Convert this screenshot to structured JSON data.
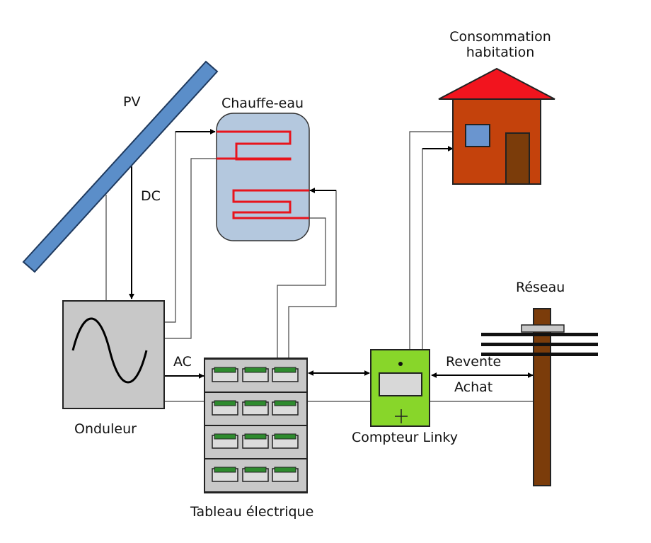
{
  "labels": {
    "pv": "PV",
    "dc": "DC",
    "ac": "AC",
    "chauffe_eau": "Chauffe-eau",
    "consommation_line1": "Consommation",
    "consommation_line2": "habitation",
    "onduleur": "Onduleur",
    "tableau": "Tableau électrique",
    "compteur": "Compteur Linky",
    "reseau": "Réseau",
    "revente": "Revente",
    "achat": "Achat"
  },
  "colors": {
    "panel": "#5b8ec9",
    "tank": "#b4c8de",
    "coil": "#e8141c",
    "roof": "#f2141e",
    "house": "#c4420c",
    "door": "#7b3c0a",
    "window": "#6a95cf",
    "inverter": "#c8c8c8",
    "breaker": "#2e8b2e",
    "meter": "#88d62a",
    "pole": "#7b3c0a"
  },
  "icons": {
    "inverter_symbol": "sine-wave-icon",
    "meter_symbol": "plus-icon"
  }
}
